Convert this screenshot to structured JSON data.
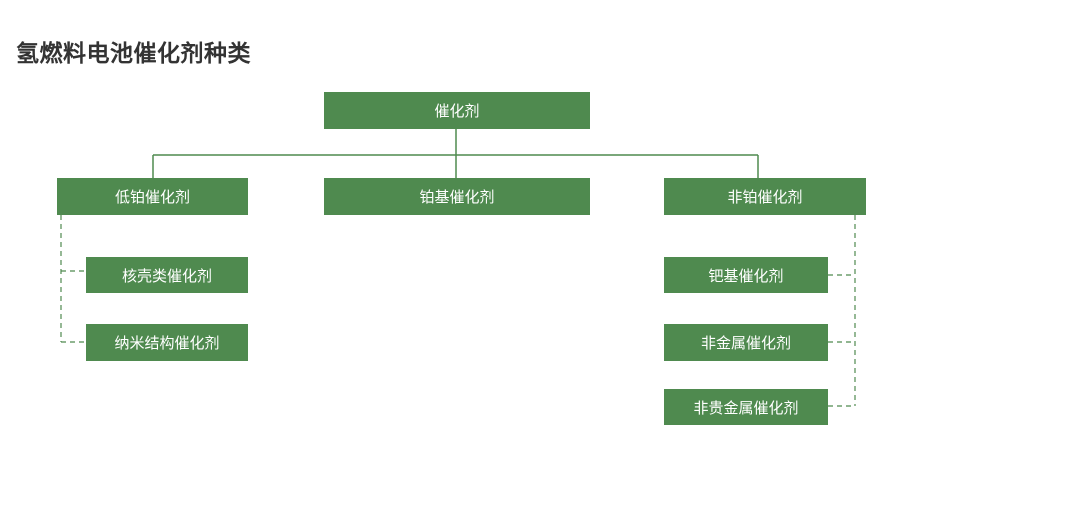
{
  "title": "氢燃料电池催化剂种类",
  "colors": {
    "node_fill": "#4f8a4f",
    "node_text": "#ffffff",
    "connector": "#4f8a4f"
  },
  "diagram": {
    "root": "催化剂",
    "branches": [
      {
        "label": "低铂催化剂",
        "children": [
          "核壳类催化剂",
          "纳米结构催化剂"
        ]
      },
      {
        "label": "铂基催化剂",
        "children": []
      },
      {
        "label": "非铂催化剂",
        "children": [
          "钯基催化剂",
          "非金属催化剂",
          "非贵金属催化剂"
        ]
      }
    ]
  }
}
